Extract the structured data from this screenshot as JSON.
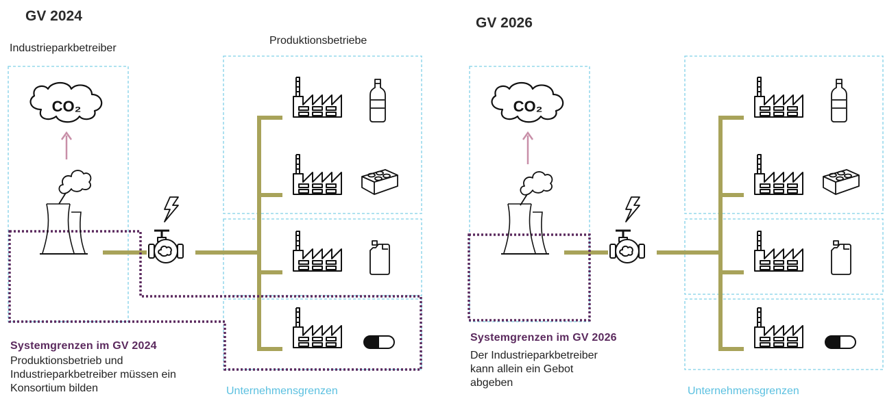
{
  "left": {
    "title": "GV 2024",
    "park_operator_label": "Industrieparkbetreiber",
    "production_label": "Produktionsbetriebe",
    "cloud_text": "CO₂",
    "caption_title": "Systemgrenzen im GV 2024",
    "caption_body": "Produktionsbetrieb und\nIndustrieparkbetreiber müssen ein\nKonsortium bilden",
    "company_boundary_label": "Unternehmensgrenzen"
  },
  "right": {
    "title": "GV 2026",
    "cloud_text": "CO₂",
    "caption_title": "Systemgrenzen im GV 2026",
    "caption_body": "Der Industrieparkbetreiber\nkann allein ein Gebot\nabgeben",
    "company_boundary_label": "Unternehmensgrenzen"
  },
  "colors": {
    "pipe": "#a8a35a",
    "company_boundary": "#7fd0e8",
    "system_boundary": "#5b2a5e",
    "emission_arrow": "#c88fa8"
  },
  "icons": [
    "cooling-tower-icon",
    "smoke-icon",
    "co2-cloud-icon",
    "lightning-icon",
    "valve-icon",
    "factory-icon",
    "bottle-icon",
    "brick-icon",
    "canister-icon",
    "capsule-icon"
  ]
}
